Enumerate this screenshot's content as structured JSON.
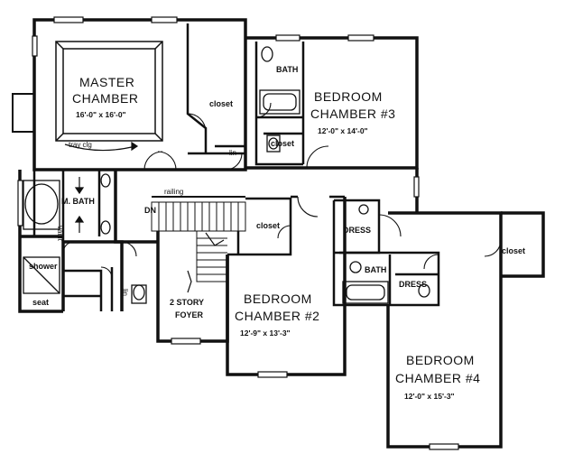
{
  "rooms": {
    "master": {
      "name_line1": "MASTER",
      "name_line2": "CHAMBER",
      "size": "16'-0\" x 16'-0\"",
      "note": "tray clg"
    },
    "bed3": {
      "name_line1": "BEDROOM",
      "name_line2": "CHAMBER #3",
      "size": "12'-0\" x 14'-0\""
    },
    "bed2": {
      "name_line1": "BEDROOM",
      "name_line2": "CHAMBER #2",
      "size": "12'-9\" x 13'-3\""
    },
    "bed4": {
      "name_line1": "BEDROOM",
      "name_line2": "CHAMBER #4",
      "size": "12'-0\" x 15'-3\""
    },
    "foyer": {
      "line1": "2 STORY",
      "line2": "FOYER"
    }
  },
  "labels": {
    "closet": "closet",
    "bath": "BATH",
    "m_bath": "M. BATH",
    "lin": "lin",
    "railing": "railing",
    "dn": "DN",
    "dress": "DRESS",
    "shower": "shower",
    "seat": "seat",
    "vault": "vault"
  }
}
